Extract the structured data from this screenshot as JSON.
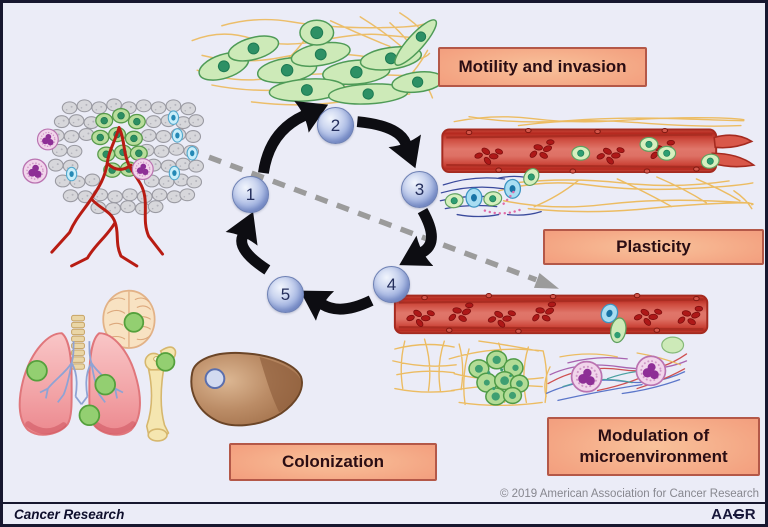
{
  "figure": {
    "title_hint": "Metastasis cycle diagram",
    "background_color": "#ebecf7",
    "frame_color": "#17172f"
  },
  "labels": {
    "motility": "Motility and invasion",
    "plasticity": "Plasticity",
    "modulation": "Modulation of microenvironment",
    "colonization": "Colonization"
  },
  "cycle": {
    "steps": [
      "1",
      "2",
      "3",
      "4",
      "5"
    ]
  },
  "footer": {
    "journal": "Cancer Research",
    "publisher": "AACR",
    "copyright": "© 2019 American Association for Cancer Research"
  },
  "illustrations": [
    "primary-tumor",
    "invading-tumor-cells-ecm",
    "blood-vessel-intravasation",
    "blood-vessel-extravasation",
    "micrometastasis",
    "immune-cells-microenvironment",
    "lungs",
    "brain",
    "bone",
    "liver"
  ],
  "colors": {
    "label_box_fill": "#f2997b",
    "label_box_border": "#b45848",
    "label_text": "#2b0d13",
    "step_circle_blue": "#8fa3da",
    "cycle_arrow": "#0d0d12",
    "dashed_arrow": "#9b9b9b",
    "vessel_red": "#c93a31",
    "tumor_cell_green": "#b9dd9b",
    "metastasis_green": "#93cf71"
  }
}
